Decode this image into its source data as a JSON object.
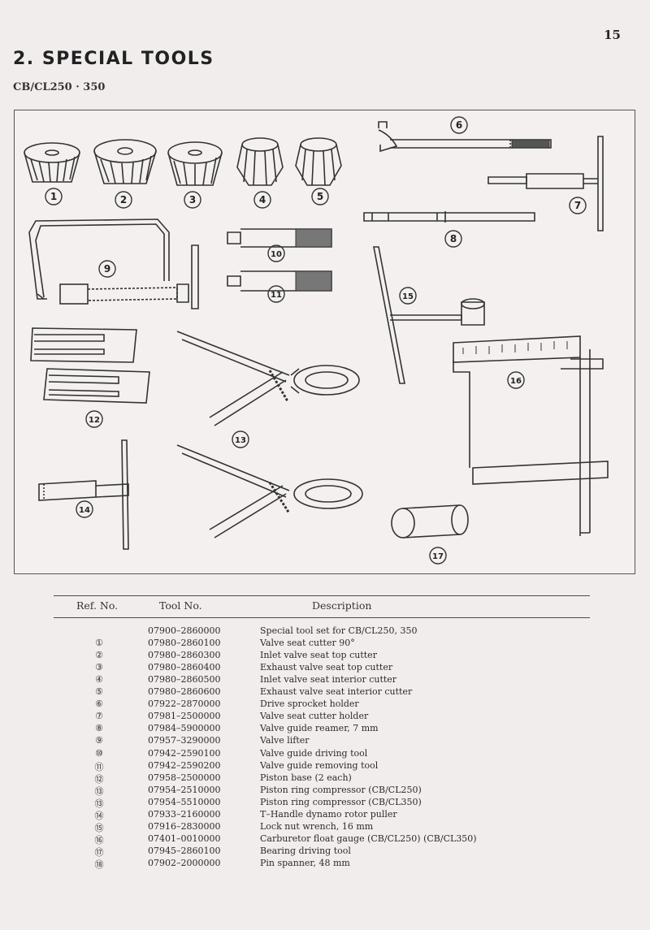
{
  "page": {
    "number": "15",
    "title": "2. SPECIAL TOOLS",
    "subtitle": "CB/CL250 · 350"
  },
  "callouts": [
    "1",
    "2",
    "3",
    "4",
    "5",
    "6",
    "7",
    "8",
    "9",
    "10",
    "11",
    "12",
    "13",
    "14",
    "15",
    "16",
    "17"
  ],
  "table": {
    "headers": {
      "ref": "Ref. No.",
      "tool": "Tool No.",
      "desc": "Description"
    },
    "rows": [
      {
        "ref": "",
        "tool": "07900–2860000",
        "desc": "Special tool set for CB/CL250, 350"
      },
      {
        "ref": "①",
        "tool": "07980–2860100",
        "desc": "Valve seat cutter 90°"
      },
      {
        "ref": "②",
        "tool": "07980–2860300",
        "desc": "Inlet valve seat top cutter"
      },
      {
        "ref": "③",
        "tool": "07980–2860400",
        "desc": "Exhaust valve seat top cutter"
      },
      {
        "ref": "④",
        "tool": "07980–2860500",
        "desc": "Inlet valve seat interior cutter"
      },
      {
        "ref": "⑤",
        "tool": "07980–2860600",
        "desc": "Exhaust valve seat interior cutter"
      },
      {
        "ref": "⑥",
        "tool": "07922–2870000",
        "desc": "Drive sprocket holder"
      },
      {
        "ref": "⑦",
        "tool": "07981–2500000",
        "desc": "Valve seat cutter holder"
      },
      {
        "ref": "⑧",
        "tool": "07984–5900000",
        "desc": "Valve guide reamer, 7 mm"
      },
      {
        "ref": "⑨",
        "tool": "07957–3290000",
        "desc": "Valve lifter"
      },
      {
        "ref": "⑩",
        "tool": "07942–2590100",
        "desc": "Valve guide driving tool"
      },
      {
        "ref": "⑪",
        "tool": "07942–2590200",
        "desc": "Valve guide removing tool"
      },
      {
        "ref": "⑫",
        "tool": "07958–2500000",
        "desc": "Piston base (2 each)"
      },
      {
        "ref": "⑬",
        "tool": "07954–2510000",
        "desc": "Piston ring compressor (CB/CL250)"
      },
      {
        "ref": "⑬",
        "tool": "07954–5510000",
        "desc": "Piston ring compressor (CB/CL350)"
      },
      {
        "ref": "⑭",
        "tool": "07933–2160000",
        "desc": "T–Handle dynamo rotor puller"
      },
      {
        "ref": "⑮",
        "tool": "07916–2830000",
        "desc": "Lock nut wrench, 16 mm"
      },
      {
        "ref": "⑯",
        "tool": "07401–0010000",
        "desc": "Carburetor float gauge (CB/CL250) (CB/CL350)"
      },
      {
        "ref": "⑰",
        "tool": "07945–2860100",
        "desc": "Bearing driving tool"
      },
      {
        "ref": "⑱",
        "tool": "07902–2000000",
        "desc": "Pin spanner, 48 mm"
      }
    ]
  },
  "colors": {
    "paper": "#f1eded",
    "ink": "#2a2626",
    "rule": "#4a4a55"
  }
}
